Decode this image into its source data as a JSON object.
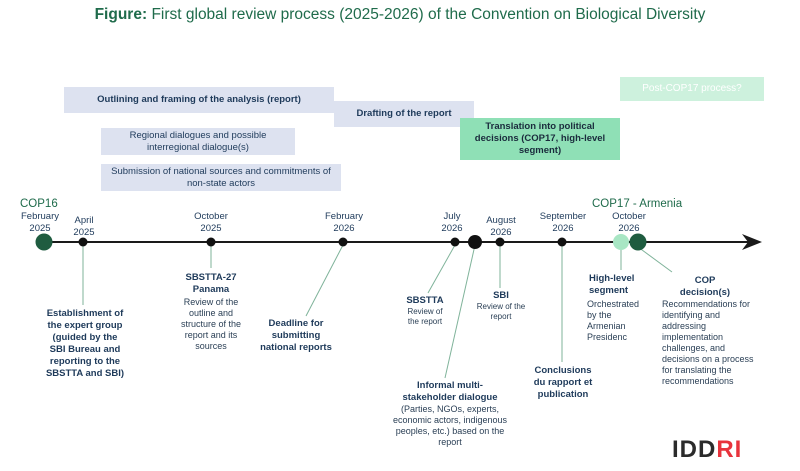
{
  "title": {
    "prefix": "Figure:",
    "text": "First global review process (2025-2026) of the Convention on Biological Diversity"
  },
  "bars": {
    "outlining": "Outlining and framing of the analysis (report)",
    "drafting": "Drafting of the report",
    "translation": "Translation into political decisions (COP17, high-level segment)",
    "post_cop17": "Post-COP17 process?",
    "regional": "Regional dialogues and possible interregional dialogue(s)",
    "submission": "Submission of national sources and commitments of non-state actors"
  },
  "timeline": {
    "cop16": "COP16",
    "cop17": "COP17 - Armenia",
    "dates": {
      "feb2025": [
        "February",
        "2025"
      ],
      "apr2025": [
        "April",
        "2025"
      ],
      "oct2025": [
        "October",
        "2025"
      ],
      "feb2026": [
        "February",
        "2026"
      ],
      "jul2026": [
        "July",
        "2026"
      ],
      "aug2026": [
        "August",
        "2026"
      ],
      "sep2026": [
        "September",
        "2026"
      ],
      "oct2026": [
        "October",
        "2026"
      ]
    }
  },
  "events": {
    "expert_group": {
      "heading": "Establishment of the expert group (guided by the SBI Bureau and reporting to the SBSTTA and SBI)"
    },
    "sbstta27": {
      "heading": "SBSTTA-27 Panama",
      "body": "Review of the outline and structure of the report and its sources"
    },
    "deadline": {
      "heading": "Deadline for submitting national reports"
    },
    "sbstta": {
      "heading": "SBSTTA",
      "body": "Review of the report"
    },
    "sbi": {
      "heading": "SBI",
      "body": "Review of the report"
    },
    "multistakeholder": {
      "heading": "Informal multi-stakeholder dialogue",
      "body": "(Parties, NGOs, experts, economic actors, indigenous peoples, etc.) based on the report"
    },
    "conclusions": {
      "heading": "Conclusions du rapport et publication"
    },
    "high_level": {
      "heading": "High-level segment",
      "body": "Orchestrated by the Armenian Presidenc"
    },
    "cop_decisions": {
      "heading": "COP decision(s)",
      "body": "Recommendations for identifying and addressing implementation challenges, and decisions on a process for translating the recommendations"
    }
  },
  "logo": {
    "text_a": "IDD",
    "text_b": "RI"
  },
  "colors": {
    "dark_green": "#1f5c40",
    "mint": "#8fe0b6",
    "lavender": "#dde2f0",
    "line": "#7fb39a"
  }
}
